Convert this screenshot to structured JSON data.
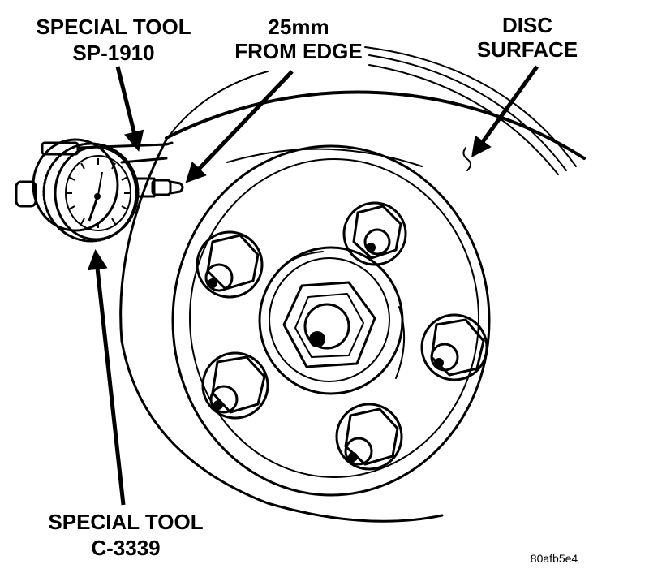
{
  "labels": {
    "tool_sp1910_line1": "SPECIAL TOOL",
    "tool_sp1910_line2": "SP-1910",
    "distance_line1": "25mm",
    "distance_line2": "FROM EDGE",
    "disc_line1": "DISC",
    "disc_line2": "SURFACE",
    "tool_c3339_line1": "SPECIAL TOOL",
    "tool_c3339_line2": "C-3339"
  },
  "figure_id": "80afb5e4",
  "colors": {
    "ink": "#000000",
    "paper": "#ffffff"
  }
}
